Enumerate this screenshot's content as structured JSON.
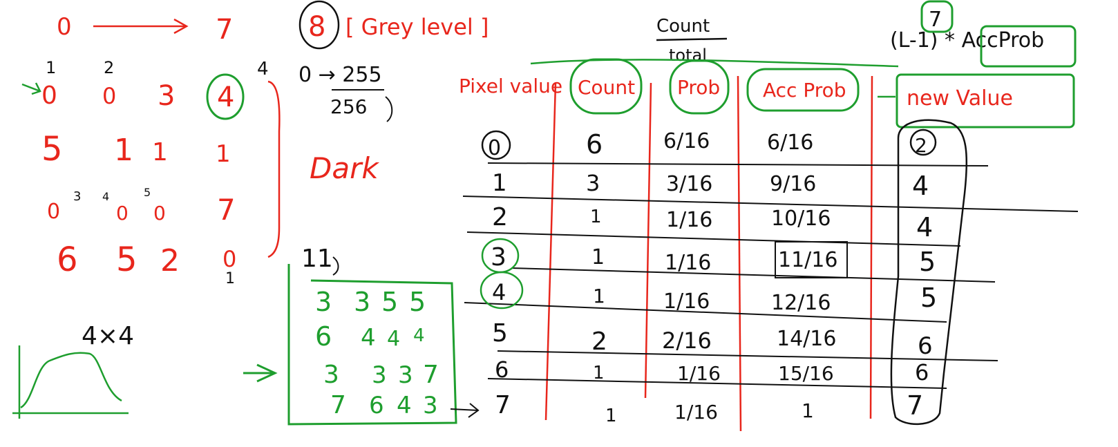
{
  "colors": {
    "red": "#e8261c",
    "black": "#111111",
    "green": "#1e9e2e"
  },
  "range": {
    "start": "0",
    "end": "7"
  },
  "col_marks": {
    "a": "1",
    "b": "2"
  },
  "input_matrix": [
    [
      "0",
      "0",
      "3",
      "4"
    ],
    [
      "5",
      "1",
      "1",
      "1"
    ],
    [
      "0",
      "0",
      "0",
      "7"
    ],
    [
      "6",
      "5",
      "2",
      "0"
    ]
  ],
  "exponents": [
    "3",
    "4",
    "5"
  ],
  "bottom_mark": "1",
  "side_mark": "4",
  "size_label": "4×4",
  "grey_levels": {
    "value": "8",
    "label": "[ Grey level ]"
  },
  "grey_range": {
    "text": "0 → 255",
    "total": "256"
  },
  "dark_label": "Dark",
  "output_head": "11",
  "output_matrix": [
    [
      "3",
      "3",
      "5",
      "5"
    ],
    [
      "6",
      "4",
      "4",
      "4"
    ],
    [
      "3",
      "3",
      "3",
      "7"
    ],
    [
      "7",
      "6",
      "4",
      "3"
    ]
  ],
  "formula": {
    "numerator": "Count",
    "denominator": "total",
    "lhs": "(L-1) * AccProb",
    "top_value": "7"
  },
  "table": {
    "headers": [
      "Pixel value",
      "Count",
      "Prob",
      "Acc Prob",
      "new Value"
    ],
    "rows": [
      {
        "pixel": "0",
        "count": "6",
        "prob": "6/16",
        "acc": "6/16",
        "new": "2"
      },
      {
        "pixel": "1",
        "count": "3",
        "prob": "3/16",
        "acc": "9/16",
        "new": "4"
      },
      {
        "pixel": "2",
        "count": "1",
        "prob": "1/16",
        "acc": "10/16",
        "new": "4"
      },
      {
        "pixel": "3",
        "count": "1",
        "prob": "1/16",
        "acc": "11/16",
        "new": "5"
      },
      {
        "pixel": "4",
        "count": "1",
        "prob": "1/16",
        "acc": "12/16",
        "new": "5"
      },
      {
        "pixel": "5",
        "count": "2",
        "prob": "2/16",
        "acc": "14/16",
        "new": "6"
      },
      {
        "pixel": "6",
        "count": "1",
        "prob": "1/16",
        "acc": "15/16",
        "new": "6"
      },
      {
        "pixel": "7",
        "count": "1",
        "prob": "1/16",
        "acc": "1",
        "new": "7"
      }
    ]
  }
}
